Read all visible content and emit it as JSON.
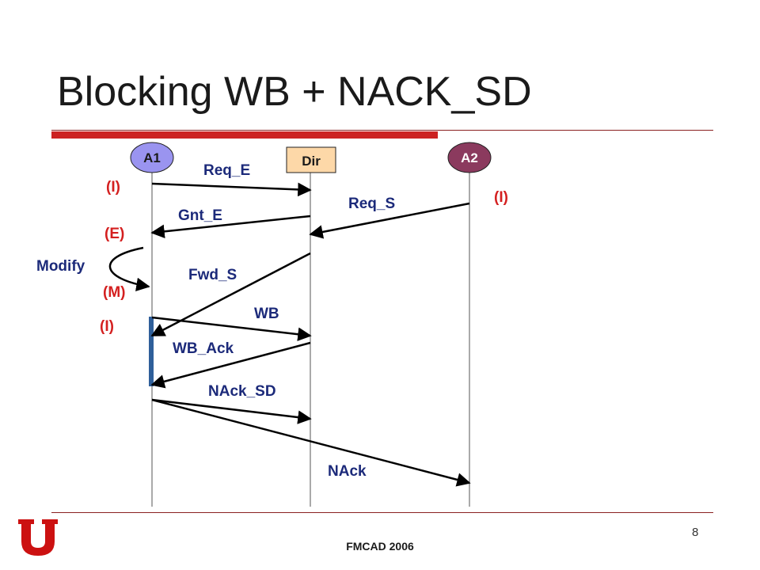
{
  "slide": {
    "title": "Blocking WB + NACK_SD",
    "footer": "FMCAD 2006",
    "page_number": "8"
  },
  "nodes": {
    "a1": "A1",
    "dir": "Dir",
    "a2": "A2"
  },
  "colors": {
    "a1_fill": "#9a94f0",
    "dir_fill": "#fdd8a8",
    "a2_fill": "#8b3a5e",
    "accent_red": "#cc2222",
    "message_blue": "#1c2a7a",
    "state_red": "#d42020",
    "block_bar": "#2f5f9a"
  },
  "messages": {
    "req_e": "Req_E",
    "req_s": "Req_S",
    "gnt_e": "Gnt_E",
    "fwd_s": "Fwd_S",
    "wb": "WB",
    "wb_ack": "WB_Ack",
    "nack_sd": "NAck_SD",
    "nack": "NAck"
  },
  "states": {
    "a1_i1": "(I)",
    "a1_e": "(E)",
    "a1_m": "(M)",
    "a1_i2": "(I)",
    "a2_i": "(I)"
  },
  "annotations": {
    "modify": "Modify"
  }
}
